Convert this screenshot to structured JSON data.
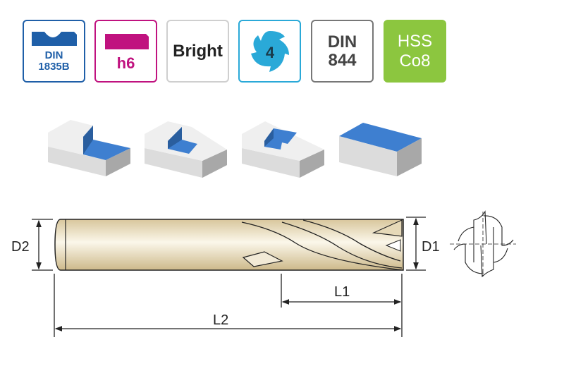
{
  "badges": [
    {
      "id": "din1835b",
      "lines": [
        "DIN",
        "1835B"
      ],
      "color": "#1f5fa8",
      "icon": "shank-flat-icon"
    },
    {
      "id": "h6",
      "lines": [
        "h6"
      ],
      "color": "#c0127f",
      "icon": "shank-tolerance-icon"
    },
    {
      "id": "bright",
      "lines": [
        "Bright"
      ],
      "color": "#222222"
    },
    {
      "id": "flutes",
      "lines": [
        "4"
      ],
      "color": "#2aa9d8",
      "icon": "four-flute-icon"
    },
    {
      "id": "din844",
      "lines": [
        "DIN",
        "844"
      ],
      "color": "#444444"
    },
    {
      "id": "material",
      "lines": [
        "HSS",
        "Co8"
      ],
      "color": "#8cc63f"
    }
  ],
  "operations": [
    "shoulder-milling",
    "slot-milling",
    "pocket-milling",
    "face-milling"
  ],
  "dimensions": {
    "d2": "D2",
    "d1": "D1",
    "l1": "L1",
    "l2": "L2"
  },
  "colors": {
    "workpiece": "#e4e4e4",
    "cut": "#3e7fd0",
    "tool": "#e8dcc0"
  }
}
